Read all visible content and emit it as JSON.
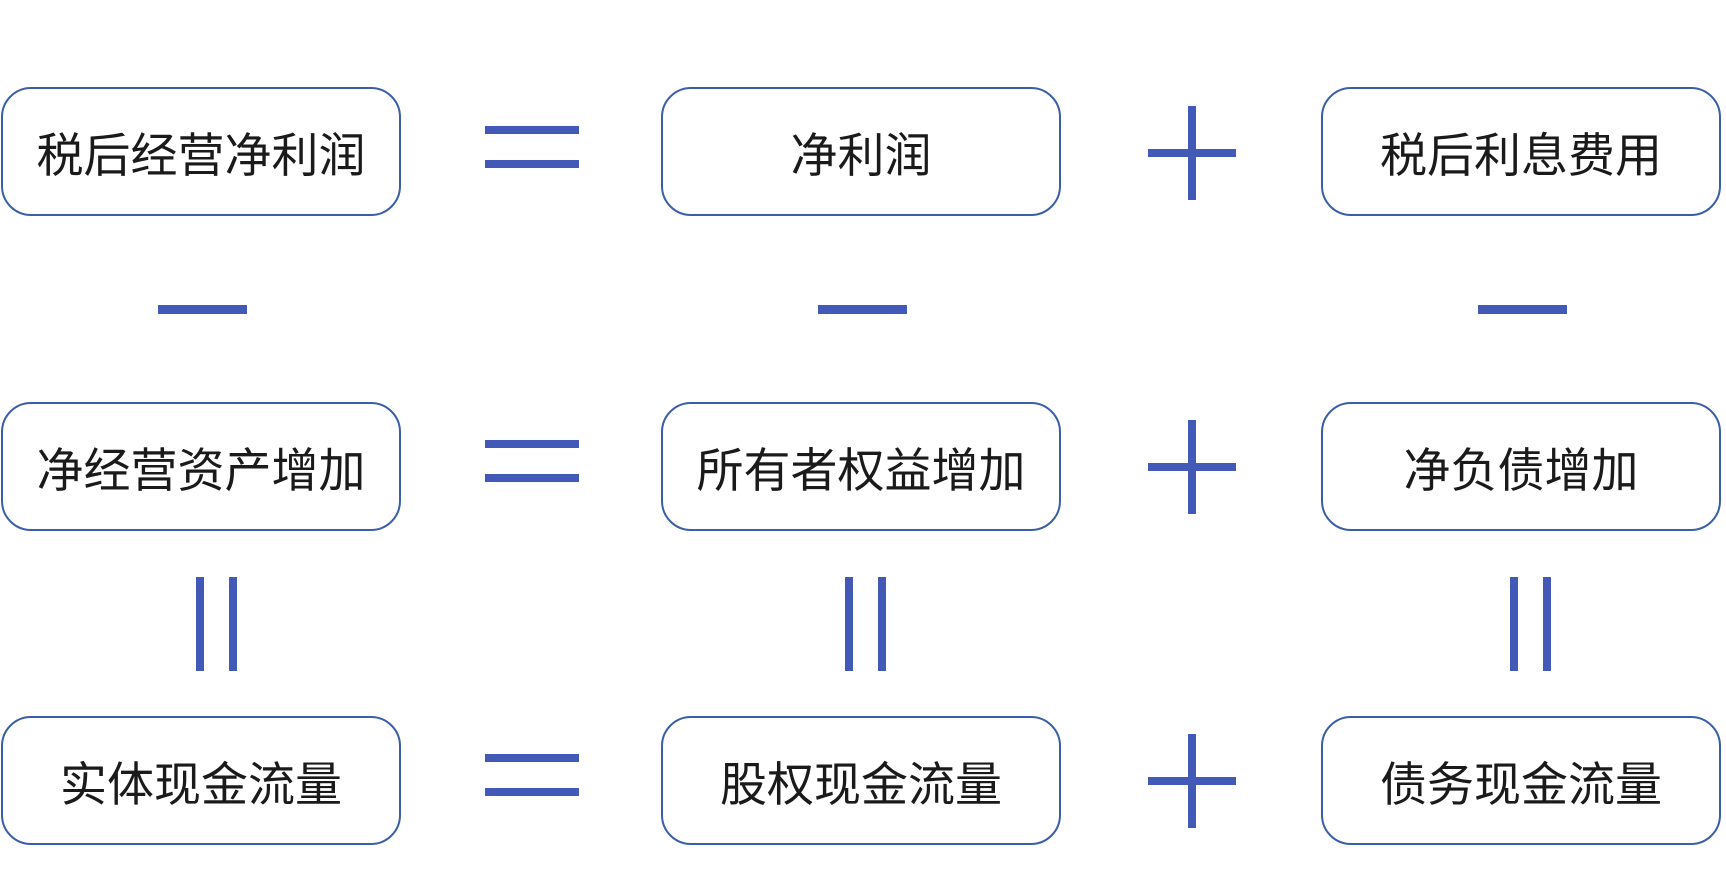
{
  "colors": {
    "border": "#3a5ea8",
    "operator": "#4359b8",
    "text": "#1a1a1a"
  },
  "rows": [
    {
      "cells": [
        "税后经营净利润",
        "净利润",
        "税后利息费用"
      ],
      "operators": [
        "equals",
        "plus"
      ]
    },
    {
      "cells": [
        "净经营资产增加",
        "所有者权益增加",
        "净负债增加"
      ],
      "operators": [
        "equals",
        "plus"
      ]
    },
    {
      "cells": [
        "实体现金流量",
        "股权现金流量",
        "债务现金流量"
      ],
      "operators": [
        "equals",
        "plus"
      ]
    }
  ],
  "between_rows_1_2": [
    "minus",
    "minus",
    "minus"
  ],
  "between_rows_2_3": [
    "equals-vertical",
    "equals-vertical",
    "equals-vertical"
  ]
}
